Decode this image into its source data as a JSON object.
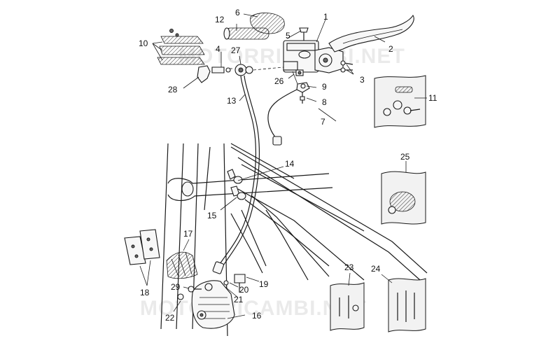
{
  "watermark": "MOTORRICAMBI.NET",
  "callouts": {
    "n1": "1",
    "n2": "2",
    "n3": "3",
    "n4": "4",
    "n5": "5",
    "n6": "6",
    "n7": "7",
    "n8": "8",
    "n9": "9",
    "n10": "10",
    "n11": "11",
    "n12": "12",
    "n13": "13",
    "n14": "14",
    "n15": "15",
    "n16": "16",
    "n17": "17",
    "n18": "18",
    "n19": "19",
    "n20": "20",
    "n21": "21",
    "n22": "22",
    "n23": "23",
    "n24": "24",
    "n25": "25",
    "n26": "26",
    "n27": "27",
    "n28": "28",
    "n29": "29"
  }
}
